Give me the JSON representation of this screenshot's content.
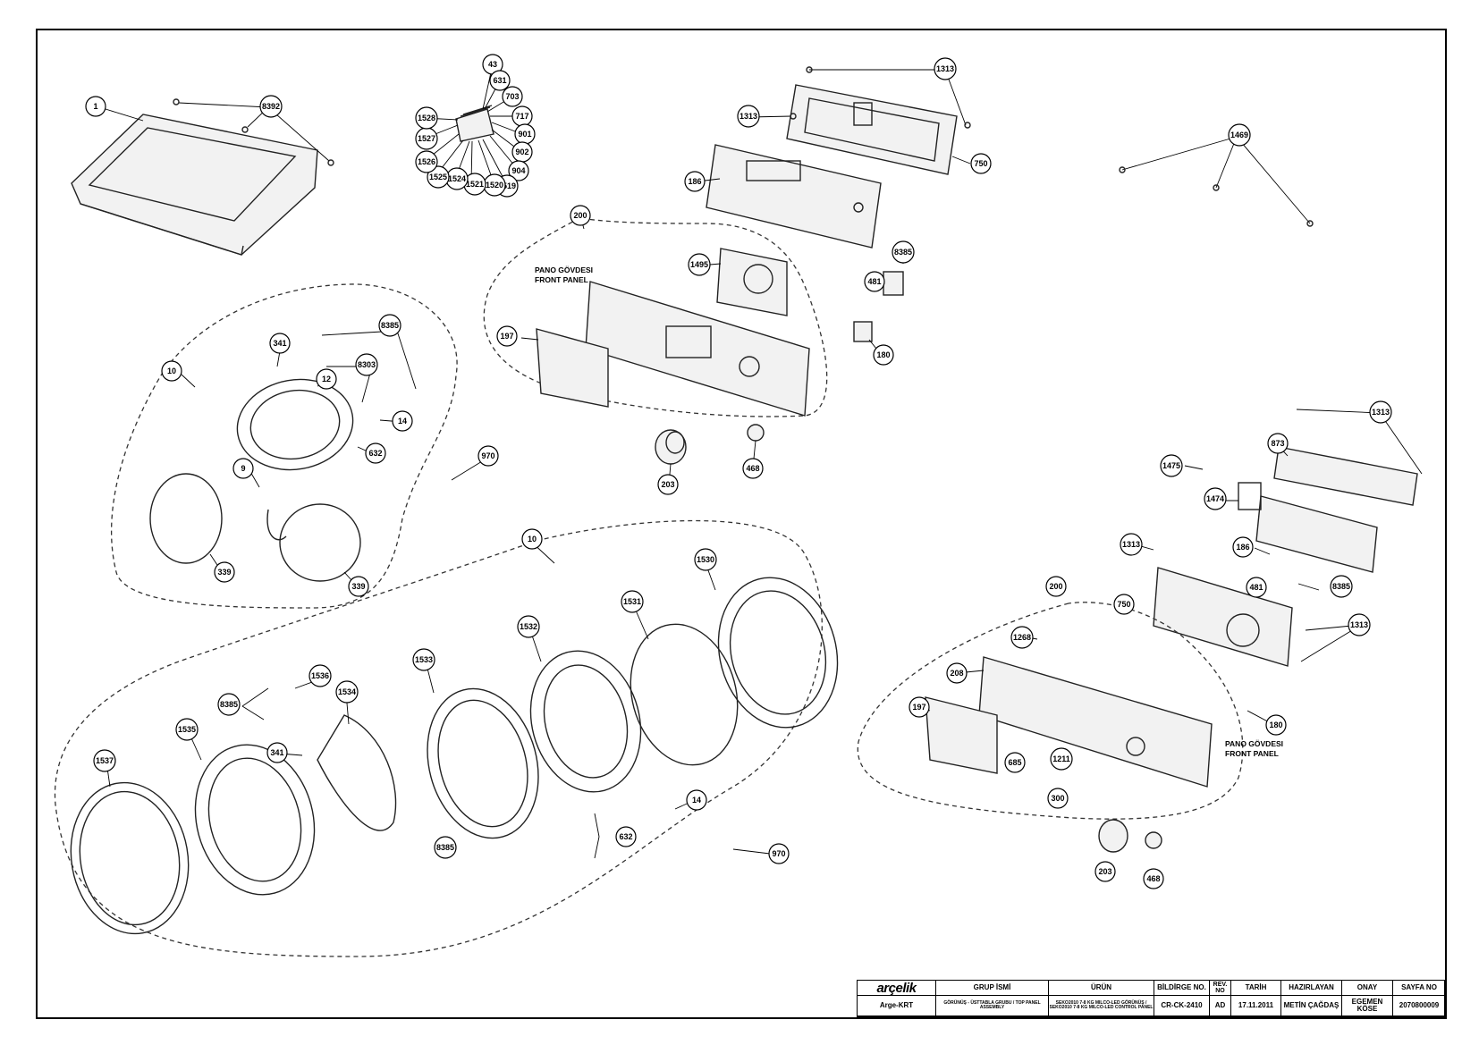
{
  "drawing": {
    "callouts": [
      {
        "id": "c-1",
        "label": "1"
      },
      {
        "id": "c-8392",
        "label": "8392"
      },
      {
        "id": "c-43",
        "label": "43"
      },
      {
        "id": "c-631",
        "label": "631"
      },
      {
        "id": "c-703",
        "label": "703"
      },
      {
        "id": "c-717",
        "label": "717"
      },
      {
        "id": "c-901",
        "label": "901"
      },
      {
        "id": "c-902",
        "label": "902"
      },
      {
        "id": "c-904",
        "label": "904"
      },
      {
        "id": "c-1519",
        "label": "1519"
      },
      {
        "id": "c-1520",
        "label": "1520"
      },
      {
        "id": "c-1521",
        "label": "1521"
      },
      {
        "id": "c-1524",
        "label": "1524"
      },
      {
        "id": "c-1525",
        "label": "1525"
      },
      {
        "id": "c-1526",
        "label": "1526"
      },
      {
        "id": "c-1527",
        "label": "1527"
      },
      {
        "id": "c-1528",
        "label": "1528"
      },
      {
        "id": "c-1313a",
        "label": "1313"
      },
      {
        "id": "c-1313b",
        "label": "1313"
      },
      {
        "id": "c-750a",
        "label": "750"
      },
      {
        "id": "c-186a",
        "label": "186"
      },
      {
        "id": "c-1469",
        "label": "1469"
      },
      {
        "id": "c-200a",
        "label": "200"
      },
      {
        "id": "c-1495",
        "label": "1495"
      },
      {
        "id": "c-8385a",
        "label": "8385"
      },
      {
        "id": "c-481a",
        "label": "481"
      },
      {
        "id": "c-180a",
        "label": "180"
      },
      {
        "id": "c-197a",
        "label": "197"
      },
      {
        "id": "c-203a",
        "label": "203"
      },
      {
        "id": "c-468a",
        "label": "468"
      },
      {
        "id": "c-10a",
        "label": "10"
      },
      {
        "id": "c-341a",
        "label": "341"
      },
      {
        "id": "c-8385b",
        "label": "8385"
      },
      {
        "id": "c-8303",
        "label": "8303"
      },
      {
        "id": "c-12",
        "label": "12"
      },
      {
        "id": "c-14a",
        "label": "14"
      },
      {
        "id": "c-632a",
        "label": "632"
      },
      {
        "id": "c-9",
        "label": "9"
      },
      {
        "id": "c-339a",
        "label": "339"
      },
      {
        "id": "c-339b",
        "label": "339"
      },
      {
        "id": "c-970a",
        "label": "970"
      },
      {
        "id": "c-10b",
        "label": "10"
      },
      {
        "id": "c-1530",
        "label": "1530"
      },
      {
        "id": "c-1531",
        "label": "1531"
      },
      {
        "id": "c-1532",
        "label": "1532"
      },
      {
        "id": "c-1533",
        "label": "1533"
      },
      {
        "id": "c-1534",
        "label": "1534"
      },
      {
        "id": "c-1535",
        "label": "1535"
      },
      {
        "id": "c-1536",
        "label": "1536"
      },
      {
        "id": "c-1537",
        "label": "1537"
      },
      {
        "id": "c-8385c",
        "label": "8385"
      },
      {
        "id": "c-341b",
        "label": "341"
      },
      {
        "id": "c-8385d",
        "label": "8385"
      },
      {
        "id": "c-632b",
        "label": "632"
      },
      {
        "id": "c-14b",
        "label": "14"
      },
      {
        "id": "c-970b",
        "label": "970"
      },
      {
        "id": "c-1313c",
        "label": "1313"
      },
      {
        "id": "c-873",
        "label": "873"
      },
      {
        "id": "c-1475",
        "label": "1475"
      },
      {
        "id": "c-1474",
        "label": "1474"
      },
      {
        "id": "c-186b",
        "label": "186"
      },
      {
        "id": "c-1313d",
        "label": "1313"
      },
      {
        "id": "c-200b",
        "label": "200"
      },
      {
        "id": "c-481b",
        "label": "481"
      },
      {
        "id": "c-8385e",
        "label": "8385"
      },
      {
        "id": "c-750b",
        "label": "750"
      },
      {
        "id": "c-1313e",
        "label": "1313"
      },
      {
        "id": "c-1268",
        "label": "1268"
      },
      {
        "id": "c-208",
        "label": "208"
      },
      {
        "id": "c-197b",
        "label": "197"
      },
      {
        "id": "c-180b",
        "label": "180"
      },
      {
        "id": "c-685",
        "label": "685"
      },
      {
        "id": "c-1211",
        "label": "1211"
      },
      {
        "id": "c-300",
        "label": "300"
      },
      {
        "id": "c-203b",
        "label": "203"
      },
      {
        "id": "c-468b",
        "label": "468"
      }
    ],
    "panel_label_top": [
      "PANO GÖVDESI",
      "FRONT PANEL"
    ],
    "panel_label_right": [
      "PANO GÖVDESI",
      "FRONT PANEL"
    ]
  },
  "title_block": {
    "logo": "arçelik",
    "group_header": "GRUP İSMİ",
    "product_header": "ÜRÜN",
    "notice_header": "BİLDİRGE NO.",
    "rev_header": "REV. NO",
    "date_header": "TARİH",
    "prepared_header": "HAZIRLAYAN",
    "approval_header": "ONAY",
    "page_header": "SAYFA NO",
    "dept": "Arge-KRT",
    "group": "GÖRÜNÜŞ - ÜSTTABLA GRUBU / TOP PANEL ASSEMBLY",
    "product": "SEKO2010 7-8 KG MILCO-LED GÖRÜNÜŞ / SEKO2010 7-8 KG MILCO-LED CONTROL PANEL",
    "notice": "CR-CK-2410",
    "rev": "AD",
    "date": "17.11.2011",
    "prepared": "METİN ÇAĞDAŞ",
    "approval": "EGEMEN KÖSE",
    "page": "2070800009"
  }
}
